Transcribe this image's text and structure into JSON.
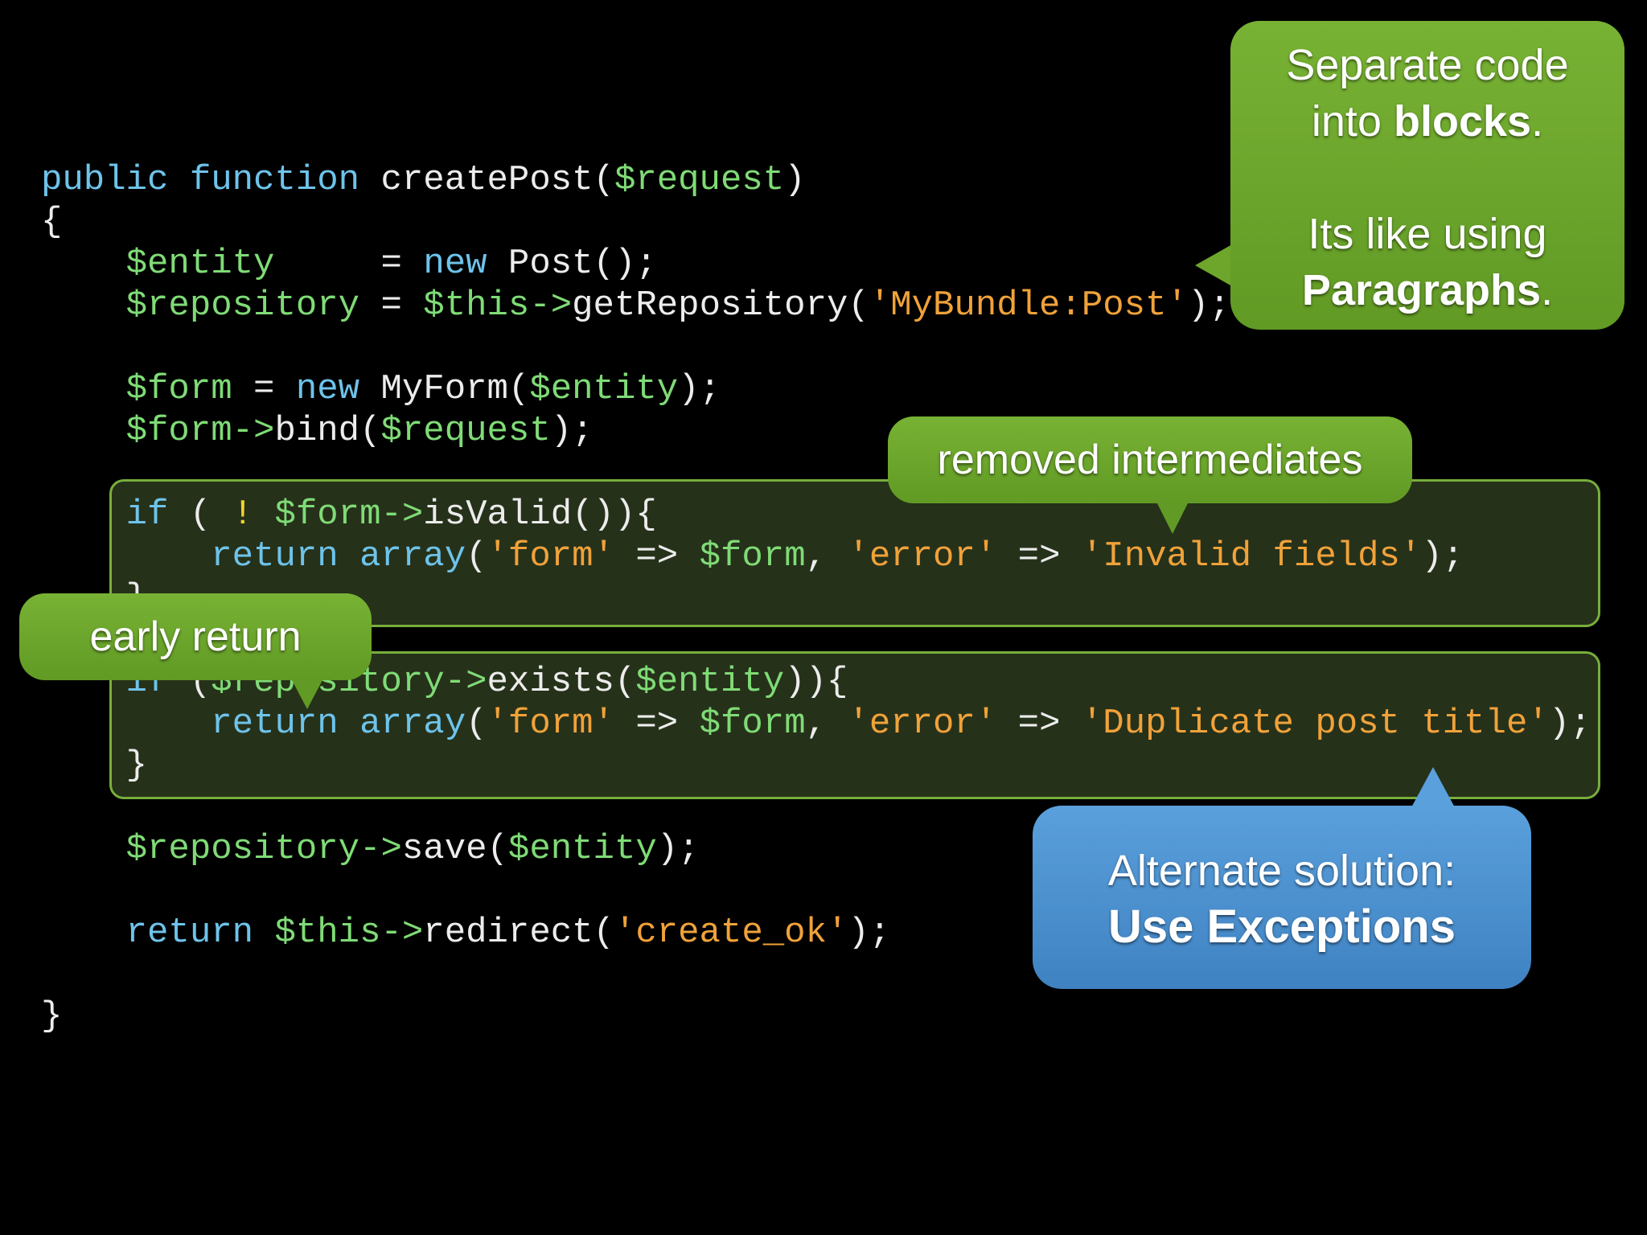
{
  "code": {
    "signature": {
      "kw1": "public",
      "kw2": "function",
      "name": "createPost(",
      "param": "$request",
      ")": ")"
    },
    "open_brace": "{",
    "close_brace": "}",
    "line_entity": {
      "var": "$entity",
      "mid": "     = ",
      "kw": "new",
      "rest": " Post();"
    },
    "line_repository": {
      "var": "$repository",
      "eq": " = ",
      "this": "$this->",
      "call": "getRepository(",
      "str": "'MyBundle:Post'",
      "end": ");"
    },
    "line_form": {
      "var": "$form",
      "eq": " = ",
      "kw": "new",
      "call": " MyForm(",
      "arg": "$entity",
      "end": ");"
    },
    "line_bind": {
      "var": "$form->",
      "call": "bind(",
      "arg": "$request",
      "end": ");"
    },
    "if1": {
      "kw": "if",
      "open": " ( ",
      "not": "!",
      "var": " $form->",
      "call": "isValid()){"
    },
    "ret1": {
      "kw": "return",
      "kw2": "array",
      "open": "(",
      "s1": "'form'",
      "arrow1": " => ",
      "v1": "$form",
      "c1": ", ",
      "s2": "'error'",
      "arrow2": " => ",
      "s3": "'Invalid fields'",
      "end": ");"
    },
    "close1": "}",
    "if2": {
      "kw": "if",
      "open": " (",
      "var": "$repository->",
      "call": "exists(",
      "arg": "$entity",
      "end": ")){"
    },
    "ret2": {
      "kw": "return",
      "kw2": "array",
      "open": "(",
      "s1": "'form'",
      "arrow1": " => ",
      "v1": "$form",
      "c1": ", ",
      "s2": "'error'",
      "arrow2": " => ",
      "s3": "'Duplicate post title'",
      "end": ");"
    },
    "close2": "}",
    "save": {
      "var": "$repository->",
      "call": "save(",
      "arg": "$entity",
      "end": ");"
    },
    "ret3": {
      "kw": "return",
      "var": " $this->",
      "call": "redirect(",
      "str": "'create_ok'",
      "end": ");"
    }
  },
  "callouts": {
    "blocks": {
      "line1": "Separate code",
      "line2a": "into ",
      "line2b": "blocks",
      "line2c": ".",
      "line3": "Its like using",
      "line4a": "Paragraphs",
      "line4b": "."
    },
    "intermediates": "removed intermediates",
    "early_return": "early return",
    "exceptions": {
      "line1": "Alternate solution:",
      "line2": "Use Exceptions"
    }
  },
  "colors": {
    "keyword": "#6ec3ea",
    "variable": "#7fdb76",
    "string": "#f0a23a",
    "operator": "#f3d331",
    "green_bubble": "#6ea62c",
    "blue_bubble": "#4a8fcf"
  }
}
